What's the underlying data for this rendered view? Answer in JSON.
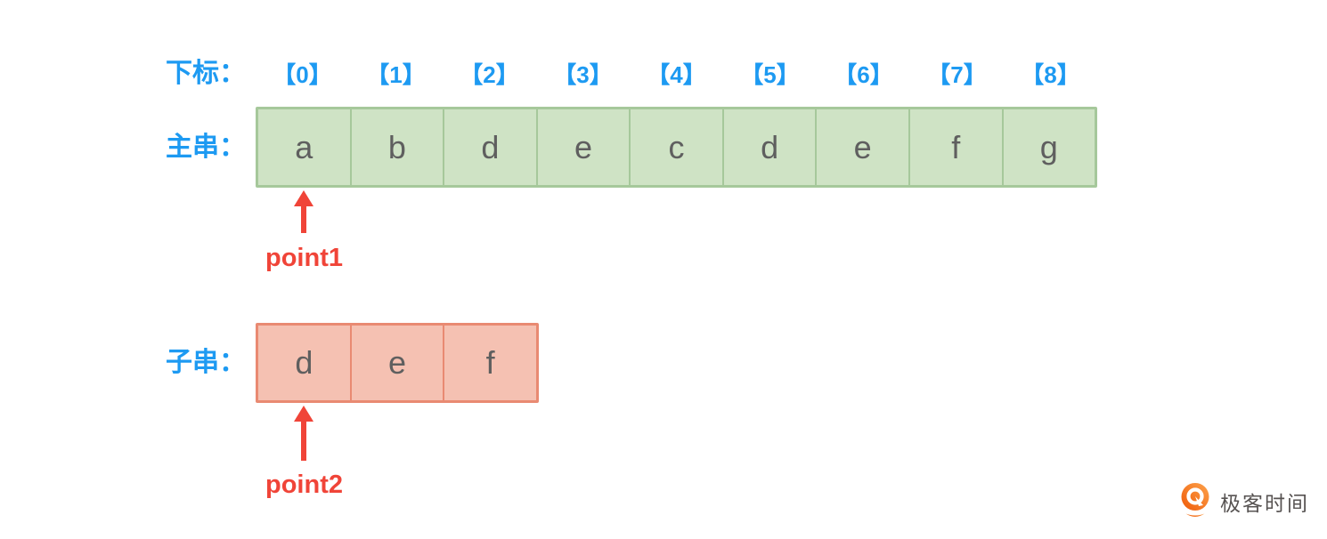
{
  "labels": {
    "index_label": "下标：",
    "main_label": "主串：",
    "sub_label": "子串："
  },
  "main_string": {
    "indices": [
      "【0】",
      "【1】",
      "【2】",
      "【3】",
      "【4】",
      "【5】",
      "【6】",
      "【7】",
      "【8】"
    ],
    "chars": [
      "a",
      "b",
      "d",
      "e",
      "c",
      "d",
      "e",
      "f",
      "g"
    ]
  },
  "sub_string": {
    "chars": [
      "d",
      "e",
      "f"
    ]
  },
  "pointers": {
    "point1_label": "point1",
    "point2_label": "point2"
  },
  "brand": {
    "name": "极客时间"
  },
  "colors": {
    "label_blue": "#1d9af2",
    "main_cell_fill": "#cfe3c5",
    "main_cell_border": "#a6c89b",
    "sub_cell_fill": "#f5c1b2",
    "sub_cell_border": "#e98a72",
    "arrow_red": "#f04438",
    "char_gray": "#5f5f5f",
    "brand_orange": "#f8700f"
  }
}
